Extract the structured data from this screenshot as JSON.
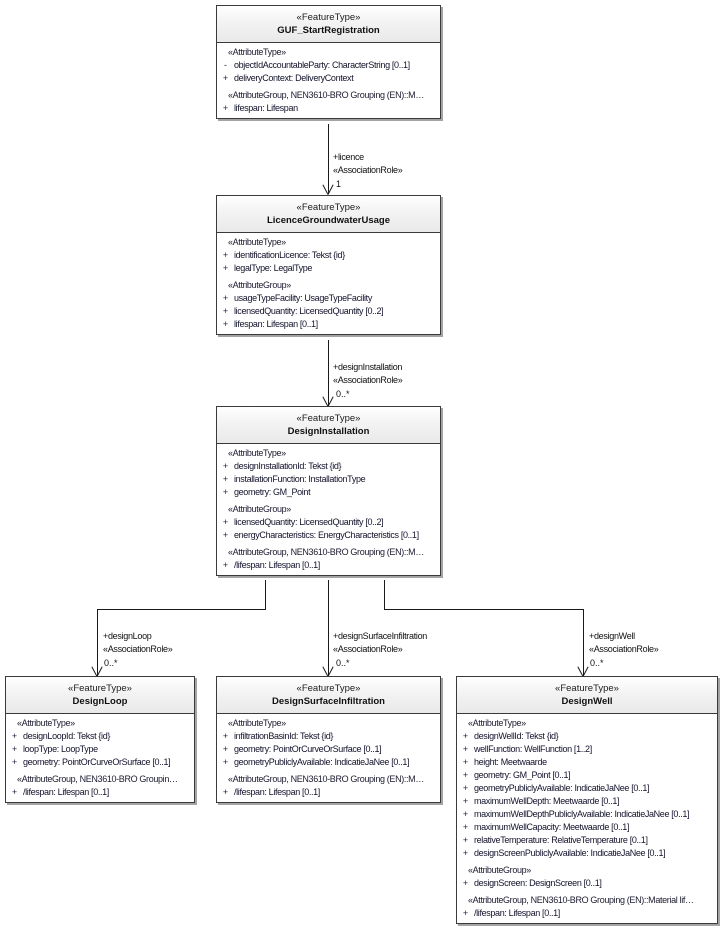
{
  "diagram": {
    "type": "uml-class-diagram",
    "classes": [
      {
        "id": "guf",
        "stereotype": "«FeatureType»",
        "name": "GUF_StartRegistration",
        "sections": [
          {
            "group": "«AttributeType»",
            "attributes": [
              {
                "visibility": "-",
                "text": "objectIdAccountableParty: CharacterString [0..1]"
              },
              {
                "visibility": "+",
                "text": "deliveryContext: DeliveryContext"
              }
            ]
          },
          {
            "group": "«AttributeGroup, NEN3610-BRO Grouping (EN)::M…",
            "attributes": [
              {
                "visibility": "+",
                "text": "lifespan: Lifespan"
              }
            ]
          }
        ]
      },
      {
        "id": "licence",
        "stereotype": "«FeatureType»",
        "name": "LicenceGroundwaterUsage",
        "sections": [
          {
            "group": "«AttributeType»",
            "attributes": [
              {
                "visibility": "+",
                "text": "identificationLicence: Tekst {id}"
              },
              {
                "visibility": "+",
                "text": "legalType: LegalType"
              }
            ]
          },
          {
            "group": "«AttributeGroup»",
            "attributes": [
              {
                "visibility": "+",
                "text": "usageTypeFacility: UsageTypeFacility"
              },
              {
                "visibility": "+",
                "text": "licensedQuantity: LicensedQuantity [0..2]"
              },
              {
                "visibility": "+",
                "text": "lifespan: Lifespan [0..1]"
              }
            ]
          }
        ]
      },
      {
        "id": "installation",
        "stereotype": "«FeatureType»",
        "name": "DesignInstallation",
        "sections": [
          {
            "group": "«AttributeType»",
            "attributes": [
              {
                "visibility": "+",
                "text": "designInstallationId: Tekst {id}"
              },
              {
                "visibility": "+",
                "text": "installationFunction: InstallationType"
              },
              {
                "visibility": "+",
                "text": "geometry: GM_Point"
              }
            ]
          },
          {
            "group": "«AttributeGroup»",
            "attributes": [
              {
                "visibility": "+",
                "text": "licensedQuantity: LicensedQuantity [0..2]"
              },
              {
                "visibility": "+",
                "text": "energyCharacteristics: EnergyCharacteristics [0..1]"
              }
            ]
          },
          {
            "group": "«AttributeGroup, NEN3610-BRO Grouping (EN)::M…",
            "attributes": [
              {
                "visibility": "+",
                "text": "/lifespan: Lifespan [0..1]"
              }
            ]
          }
        ]
      },
      {
        "id": "loop",
        "stereotype": "«FeatureType»",
        "name": "DesignLoop",
        "sections": [
          {
            "group": "«AttributeType»",
            "attributes": [
              {
                "visibility": "+",
                "text": "designLoopId: Tekst {id}"
              },
              {
                "visibility": "+",
                "text": "loopType: LoopType"
              },
              {
                "visibility": "+",
                "text": "geometry: PointOrCurveOrSurface [0..1]"
              }
            ]
          },
          {
            "group": "«AttributeGroup, NEN3610-BRO Groupin…",
            "attributes": [
              {
                "visibility": "+",
                "text": "/lifespan: Lifespan [0..1]"
              }
            ]
          }
        ]
      },
      {
        "id": "infiltration",
        "stereotype": "«FeatureType»",
        "name": "DesignSurfaceInfiltration",
        "sections": [
          {
            "group": "«AttributeType»",
            "attributes": [
              {
                "visibility": "+",
                "text": "infiltrationBasinId: Tekst {id}"
              },
              {
                "visibility": "+",
                "text": "geometry: PointOrCurveOrSurface [0..1]"
              },
              {
                "visibility": "+",
                "text": "geometryPubliclyAvailable: IndicatieJaNee [0..1]"
              }
            ]
          },
          {
            "group": "«AttributeGroup, NEN3610-BRO Grouping (EN)::M…",
            "attributes": [
              {
                "visibility": "+",
                "text": "/lifespan: Lifespan [0..1]"
              }
            ]
          }
        ]
      },
      {
        "id": "well",
        "stereotype": "«FeatureType»",
        "name": "DesignWell",
        "sections": [
          {
            "group": "«AttributeType»",
            "attributes": [
              {
                "visibility": "+",
                "text": "designWellId: Tekst {id}"
              },
              {
                "visibility": "+",
                "text": "wellFunction: WellFunction [1..2]"
              },
              {
                "visibility": "+",
                "text": "height: Meetwaarde"
              },
              {
                "visibility": "+",
                "text": "geometry: GM_Point [0..1]"
              },
              {
                "visibility": "+",
                "text": "geometryPubliclyAvailable: IndicatieJaNee [0..1]"
              },
              {
                "visibility": "+",
                "text": "maximumWellDepth: Meetwaarde [0..1]"
              },
              {
                "visibility": "+",
                "text": "maximumWellDepthPubliclyAvailable: IndicatieJaNee [0..1]"
              },
              {
                "visibility": "+",
                "text": "maximumWellCapacity: Meetwaarde [0..1]"
              },
              {
                "visibility": "+",
                "text": "relativeTemperature: RelativeTemperature [0..1]"
              },
              {
                "visibility": "+",
                "text": "designScreenPubliclyAvailable: IndicatieJaNee [0..1]"
              }
            ]
          },
          {
            "group": "«AttributeGroup»",
            "attributes": [
              {
                "visibility": "+",
                "text": "designScreen: DesignScreen [0..1]"
              }
            ]
          },
          {
            "group": "«AttributeGroup, NEN3610-BRO Grouping (EN)::Material lif…",
            "attributes": [
              {
                "visibility": "+",
                "text": "/lifespan: Lifespan [0..1]"
              }
            ]
          }
        ]
      }
    ],
    "associations": [
      {
        "id": "assoc-licence",
        "role": "+licence",
        "stereotype": "«AssociationRole»",
        "multiplicity": "1"
      },
      {
        "id": "assoc-design-installation",
        "role": "+designInstallation",
        "stereotype": "«AssociationRole»",
        "multiplicity": "0..*"
      },
      {
        "id": "assoc-design-loop",
        "role": "+designLoop",
        "stereotype": "«AssociationRole»",
        "multiplicity": "0..*"
      },
      {
        "id": "assoc-design-surface-infiltration",
        "role": "+designSurfaceInfiltration",
        "stereotype": "«AssociationRole»",
        "multiplicity": "0..*"
      },
      {
        "id": "assoc-design-well",
        "role": "+designWell",
        "stereotype": "«AssociationRole»",
        "multiplicity": "0..*"
      }
    ],
    "colors": {
      "border": "#3a3a3a",
      "header_background": "#eeeeee",
      "body_background": "#ffffff",
      "text": "#12122b",
      "connector": "#1a1a1a"
    }
  }
}
